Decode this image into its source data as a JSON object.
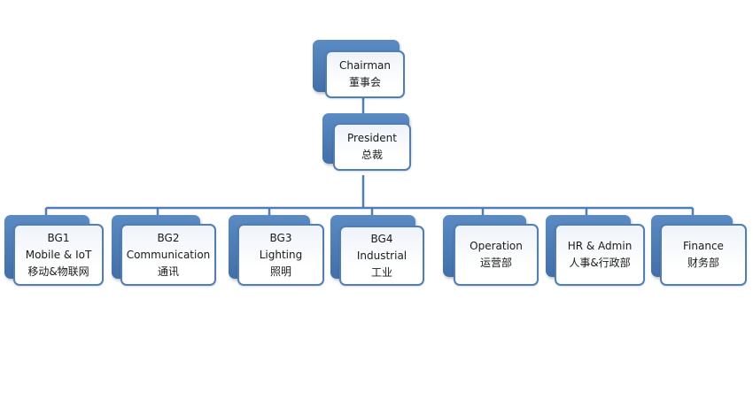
{
  "chairman": {
    "en": "Chairman",
    "zh": "董事会"
  },
  "president": {
    "en": "President",
    "zh": "总裁"
  },
  "units": [
    {
      "lines": [
        "BG1",
        "Mobile & IoT",
        "移动&物联网"
      ]
    },
    {
      "lines": [
        "BG2",
        "Communication",
        "通讯"
      ]
    },
    {
      "lines": [
        "BG3",
        "Lighting",
        "照明"
      ]
    },
    {
      "lines": [
        "BG4",
        "Industrial",
        "工业"
      ]
    },
    {
      "lines": [
        "Operation",
        "运营部"
      ]
    },
    {
      "lines": [
        "HR & Admin",
        "人事&行政部"
      ]
    },
    {
      "lines": [
        "Finance",
        "财务部"
      ]
    }
  ],
  "colors": {
    "accent": "#4f7fb6",
    "node_back": "#4a78b0",
    "node_front": "#eef3f9"
  }
}
